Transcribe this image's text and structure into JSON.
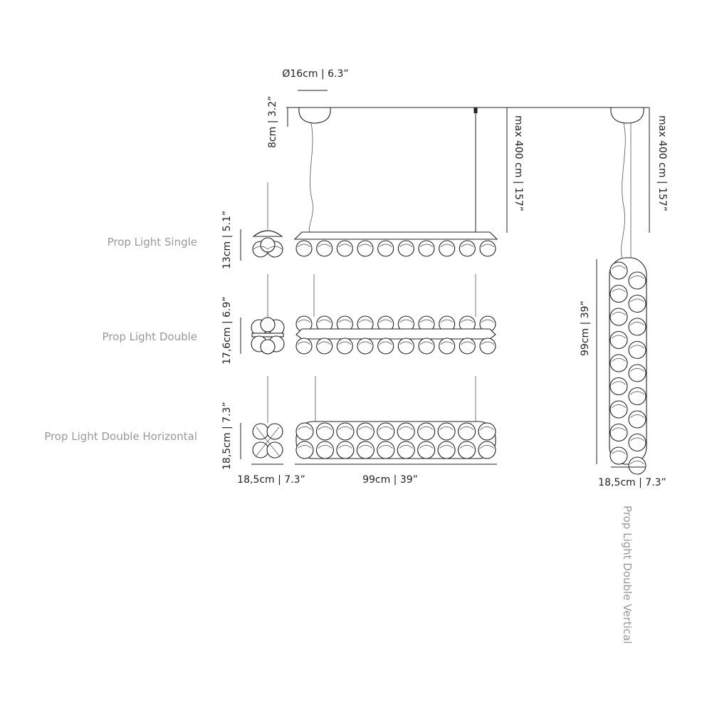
{
  "labels": {
    "single": "Prop Light Single",
    "double": "Prop Light Double",
    "double_horizontal": "Prop Light Double Horizontal",
    "double_vertical": "Prop Light Double Vertical"
  },
  "dimensions": {
    "canopy_diameter": "Ø16cm | 6.3”",
    "canopy_height": "8cm | 3.2”",
    "max_length_left": "max 400 cm | 157”",
    "max_length_right": "max 400 cm | 157”",
    "single_height": "13cm | 5.1”",
    "double_height": "17,6cm | 6.9”",
    "horizontal_height": "18,5cm | 7.3”",
    "side_width": "18,5cm | 7.3”",
    "fixture_length": "99cm | 39”",
    "vertical_length": "99cm | 39”",
    "vertical_width": "18,5cm | 7.3”"
  },
  "colors": {
    "label_gray": "#999999",
    "line_black": "#222222"
  }
}
